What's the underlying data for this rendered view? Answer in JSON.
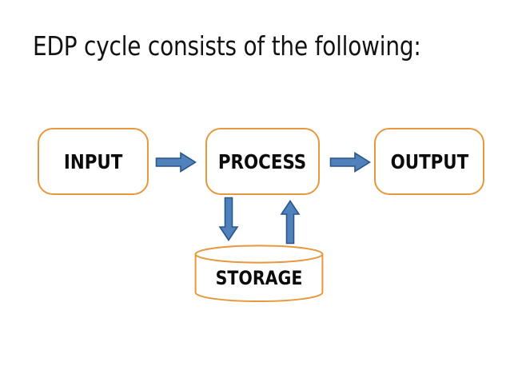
{
  "slide": {
    "title": "EDP cycle consists of the following:",
    "background_color": "#ffffff"
  },
  "theme": {
    "node_border_color": "#e8983c",
    "node_fill_color": "#ffffff",
    "node_text_color": "#0b0b0b",
    "arrow_fill_color": "#4f81bd",
    "arrow_stroke_color": "#2a5587",
    "title_text_color": "#121212"
  },
  "diagram": {
    "type": "flow",
    "nodes": [
      {
        "id": "input",
        "label": "INPUT",
        "shape": "rounded-rectangle"
      },
      {
        "id": "process",
        "label": "PROCESS",
        "shape": "rounded-rectangle"
      },
      {
        "id": "output",
        "label": "OUTPUT",
        "shape": "rounded-rectangle"
      },
      {
        "id": "storage",
        "label": "STORAGE",
        "shape": "cylinder"
      }
    ],
    "connectors": [
      {
        "id": "input-to-process",
        "from": "input",
        "to": "process",
        "direction": "right",
        "icon": "arrow-right-icon"
      },
      {
        "id": "process-to-output",
        "from": "process",
        "to": "output",
        "direction": "right",
        "icon": "arrow-right-icon"
      },
      {
        "id": "process-to-storage",
        "from": "process",
        "to": "storage",
        "direction": "down",
        "icon": "arrow-down-icon"
      },
      {
        "id": "storage-to-process",
        "from": "storage",
        "to": "process",
        "direction": "up",
        "icon": "arrow-up-icon"
      }
    ]
  }
}
